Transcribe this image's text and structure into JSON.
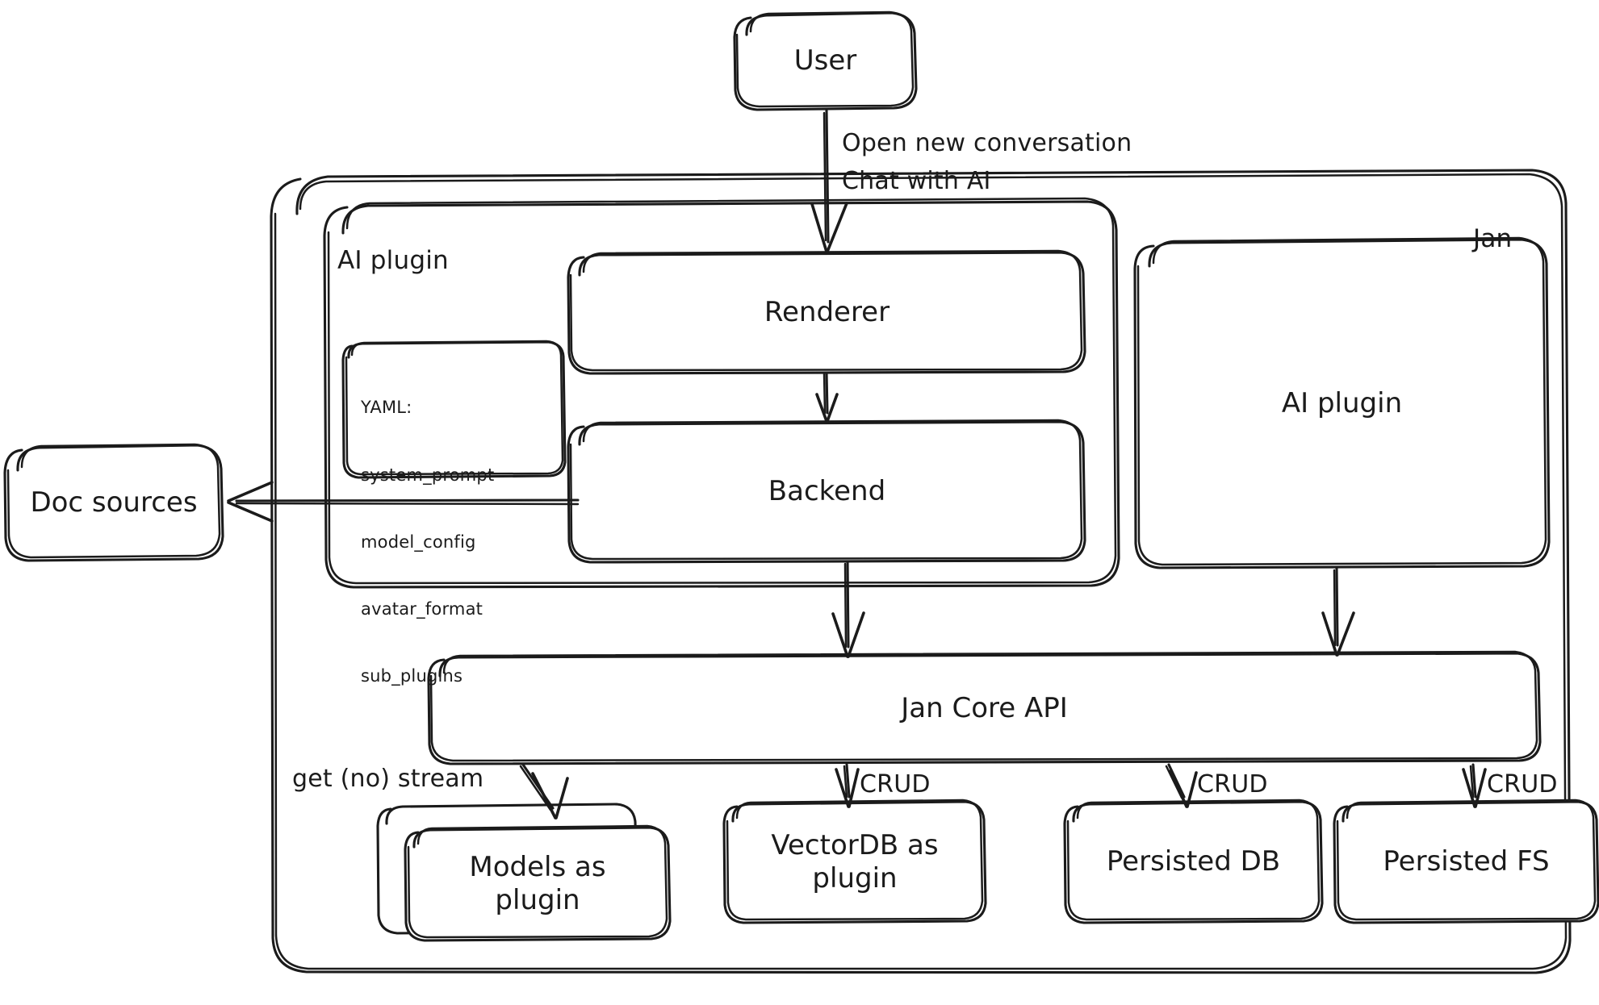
{
  "diagram": {
    "title_visible": false,
    "style": "hand-drawn sketch (excalidraw-like)",
    "stroke_color": "#1b1b1b",
    "fill_color": "#ffffff",
    "background": "#ffffff"
  },
  "containers": {
    "jan": {
      "label": "Jan"
    },
    "ai_plugin_group": {
      "label": "AI plugin"
    }
  },
  "nodes": {
    "user": {
      "label": "User"
    },
    "renderer": {
      "label": "Renderer"
    },
    "backend": {
      "label": "Backend"
    },
    "ai_plugin_right": {
      "label": "AI plugin"
    },
    "doc_sources": {
      "label": "Doc sources"
    },
    "jan_core_api": {
      "label": "Jan Core API"
    },
    "models_as_plugin": {
      "label": "Models as\nplugin"
    },
    "vectordb_as_plugin": {
      "label": "VectorDB as\nplugin"
    },
    "persisted_db": {
      "label": "Persisted DB"
    },
    "persisted_fs": {
      "label": "Persisted FS"
    }
  },
  "yaml_card": {
    "header": "YAML:",
    "keys": [
      "system_prompt",
      "model_config",
      "avatar_format",
      "sub_plugins"
    ]
  },
  "edges": [
    {
      "from": "user",
      "to": "renderer",
      "label": "Open new conversation\nChat with AI"
    },
    {
      "from": "renderer",
      "to": "backend",
      "label": ""
    },
    {
      "from": "backend",
      "to": "doc_sources",
      "label": ""
    },
    {
      "from": "backend",
      "to": "jan_core_api",
      "label": ""
    },
    {
      "from": "ai_plugin_right",
      "to": "jan_core_api",
      "label": ""
    },
    {
      "from": "jan_core_api",
      "to": "models_as_plugin",
      "label": "get (no) stream"
    },
    {
      "from": "jan_core_api",
      "to": "vectordb_as_plugin",
      "label": "CRUD"
    },
    {
      "from": "jan_core_api",
      "to": "persisted_db",
      "label": "CRUD"
    },
    {
      "from": "jan_core_api",
      "to": "persisted_fs",
      "label": "CRUD"
    }
  ],
  "edge_labels": {
    "user_to_renderer_line1": "Open new conversation",
    "user_to_renderer_line2": "Chat with AI",
    "get_no_stream": "get (no) stream",
    "crud_vectordb": "CRUD",
    "crud_persisted_db": "CRUD",
    "crud_persisted_fs": "CRUD"
  }
}
